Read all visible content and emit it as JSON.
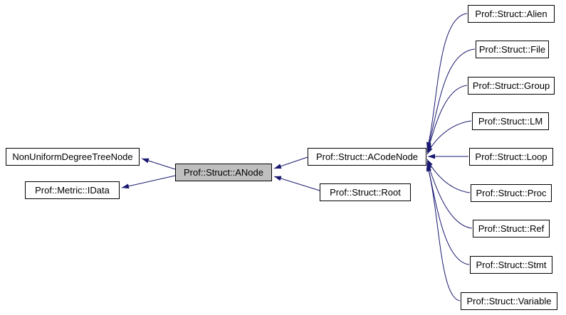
{
  "diagram": {
    "type": "inheritance-graph",
    "highlight_color": "#bfbfbf",
    "edge_color": "#191970",
    "nodes": {
      "nonuniform": {
        "label": "NonUniformDegreeTreeNode"
      },
      "idata": {
        "label": "Prof::Metric::IData"
      },
      "anode": {
        "label": "Prof::Struct::ANode"
      },
      "acodenode": {
        "label": "Prof::Struct::ACodeNode"
      },
      "root": {
        "label": "Prof::Struct::Root"
      },
      "alien": {
        "label": "Prof::Struct::Alien"
      },
      "file": {
        "label": "Prof::Struct::File"
      },
      "group": {
        "label": "Prof::Struct::Group"
      },
      "lm": {
        "label": "Prof::Struct::LM"
      },
      "loop": {
        "label": "Prof::Struct::Loop"
      },
      "proc": {
        "label": "Prof::Struct::Proc"
      },
      "ref": {
        "label": "Prof::Struct::Ref"
      },
      "stmt": {
        "label": "Prof::Struct::Stmt"
      },
      "variable": {
        "label": "Prof::Struct::Variable"
      }
    },
    "edges": [
      {
        "from": "Prof::Struct::ANode",
        "to": "NonUniformDegreeTreeNode"
      },
      {
        "from": "Prof::Struct::ANode",
        "to": "Prof::Metric::IData"
      },
      {
        "from": "Prof::Struct::ACodeNode",
        "to": "Prof::Struct::ANode"
      },
      {
        "from": "Prof::Struct::Root",
        "to": "Prof::Struct::ANode"
      },
      {
        "from": "Prof::Struct::Alien",
        "to": "Prof::Struct::ACodeNode"
      },
      {
        "from": "Prof::Struct::File",
        "to": "Prof::Struct::ACodeNode"
      },
      {
        "from": "Prof::Struct::Group",
        "to": "Prof::Struct::ACodeNode"
      },
      {
        "from": "Prof::Struct::LM",
        "to": "Prof::Struct::ACodeNode"
      },
      {
        "from": "Prof::Struct::Loop",
        "to": "Prof::Struct::ACodeNode"
      },
      {
        "from": "Prof::Struct::Proc",
        "to": "Prof::Struct::ACodeNode"
      },
      {
        "from": "Prof::Struct::Ref",
        "to": "Prof::Struct::ACodeNode"
      },
      {
        "from": "Prof::Struct::Stmt",
        "to": "Prof::Struct::ACodeNode"
      },
      {
        "from": "Prof::Struct::Variable",
        "to": "Prof::Struct::ACodeNode"
      }
    ]
  }
}
